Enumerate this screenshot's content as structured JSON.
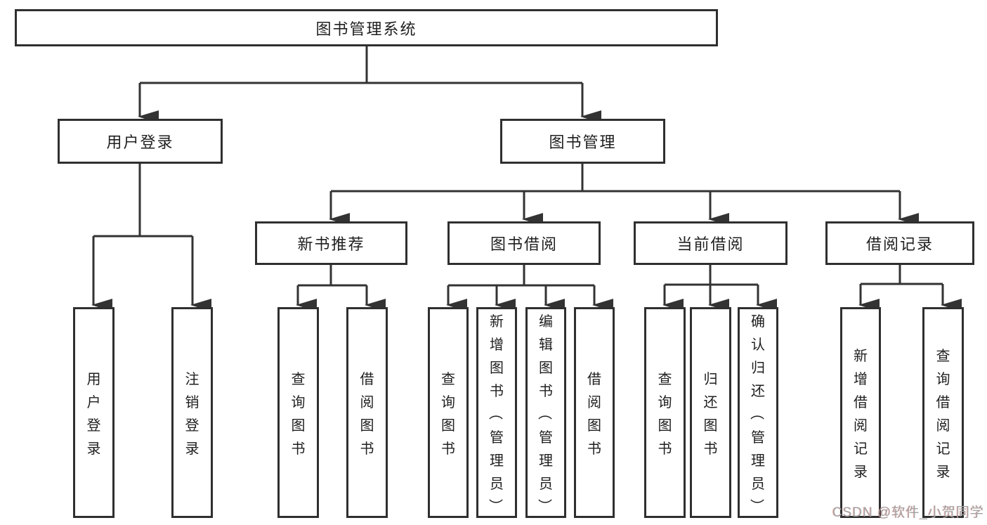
{
  "diagram": {
    "title": "图书管理系统",
    "root": {
      "label": "图书管理系统"
    },
    "level2": [
      {
        "label": "用户登录"
      },
      {
        "label": "图书管理"
      }
    ],
    "level3": [
      {
        "label": "新书推荐",
        "parent": "图书管理"
      },
      {
        "label": "图书借阅",
        "parent": "图书管理"
      },
      {
        "label": "当前借阅",
        "parent": "图书管理"
      },
      {
        "label": "借阅记录",
        "parent": "图书管理"
      }
    ],
    "leaves": [
      {
        "label": "用户登录",
        "parent": "用户登录"
      },
      {
        "label": "注销登录",
        "parent": "用户登录"
      },
      {
        "label": "查询图书",
        "parent": "新书推荐"
      },
      {
        "label": "借阅图书",
        "parent": "新书推荐"
      },
      {
        "label": "查询图书",
        "parent": "图书借阅"
      },
      {
        "label": "新增图书（管理员）",
        "parent": "图书借阅"
      },
      {
        "label": "编辑图书（管理员）",
        "parent": "图书借阅"
      },
      {
        "label": "借阅图书",
        "parent": "图书借阅"
      },
      {
        "label": "查询图书",
        "parent": "当前借阅"
      },
      {
        "label": "归还图书",
        "parent": "当前借阅"
      },
      {
        "label": "确认归还（管理员）",
        "parent": "当前借阅"
      },
      {
        "label": "新增借阅记录",
        "parent": "借阅记录"
      },
      {
        "label": "查询借阅记录",
        "parent": "借阅记录"
      }
    ]
  },
  "watermark": {
    "text": "CSDN @软件_小贺同学"
  },
  "colors": {
    "line": "#333333",
    "box_border": "#2f2f2f",
    "text": "#1f1f1f",
    "background": "#ffffff",
    "watermark": "#a3a3a3"
  }
}
